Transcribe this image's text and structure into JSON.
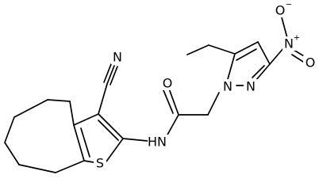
{
  "molecule": {
    "atoms": {
      "N_cyano": "N",
      "O_carbonyl": "O",
      "N_amide": "N",
      "H_amide": "H",
      "S_thiophene": "S",
      "N1_pyrazole": "N",
      "N2_pyrazole": "N",
      "N_nitro": "N",
      "N_nitro_charge": "+",
      "O_nitro_top": "O",
      "O_nitro_top_charge": "−",
      "O_nitro_right": "O"
    }
  }
}
